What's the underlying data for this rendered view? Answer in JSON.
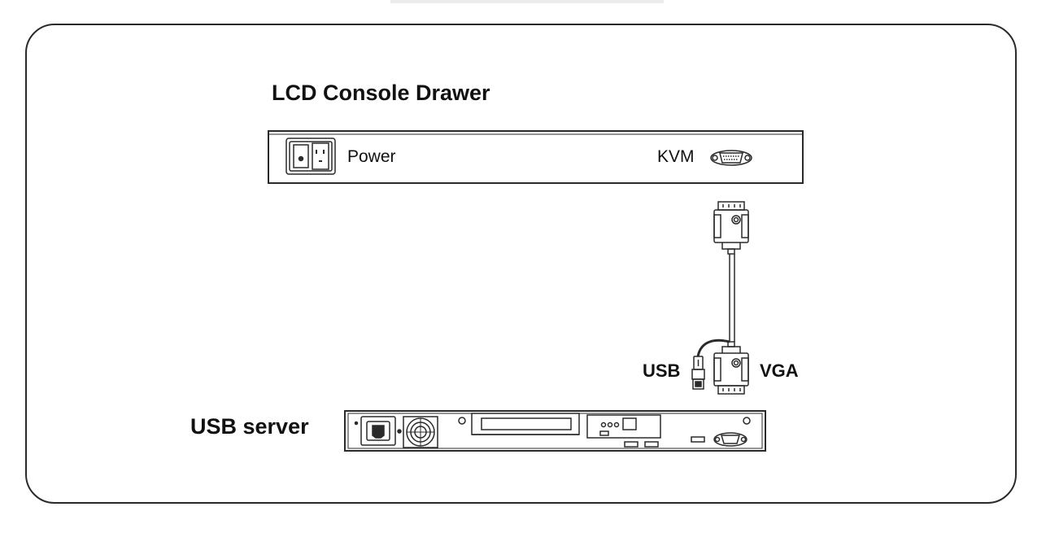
{
  "drawer": {
    "title": "LCD Console Drawer",
    "power_label": "Power",
    "kvm_label": "KVM"
  },
  "cable": {
    "usb_label": "USB",
    "vga_label": "VGA"
  },
  "server": {
    "label": "USB server"
  },
  "icons": {
    "power_inlet": "power-inlet-icon",
    "kvm_port": "vga-port-icon",
    "vga_connector": "vga-connector-icon",
    "usb_plug": "usb-plug-icon",
    "fan": "fan-icon"
  },
  "colors": {
    "line": "#2a2a2a",
    "background": "#ffffff"
  }
}
